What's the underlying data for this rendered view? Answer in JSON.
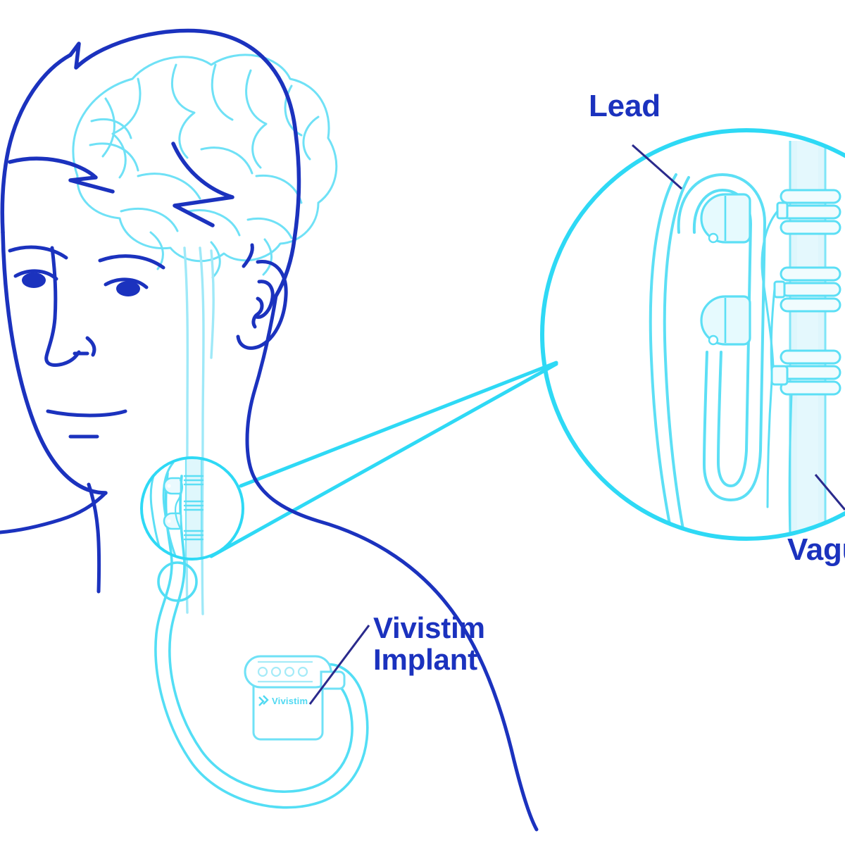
{
  "diagram": {
    "type": "medical-illustration",
    "subject": "Vagus nerve stimulation (VNS) implant placement",
    "background_color": "#ffffff",
    "colors": {
      "body_outline": "#1B32BE",
      "label_text": "#1B32BE",
      "nerve_cyan": "#2ED9F5",
      "nerve_cyan_light": "#8BE8F8",
      "nerve_fill": "#DFF7FC",
      "leader_line": "#2A2A8C"
    }
  },
  "labels": {
    "lead": "Lead",
    "vagus": "Vagus",
    "vagus_full": "Vagus Nerve",
    "implant_line1": "Vivistim",
    "implant_line2": "Implant",
    "device_logo": "Vivistim"
  },
  "figure": {
    "person": "male head and shoulders, side-three-quarter view",
    "brain": "cerebrum with gyri, light cyan",
    "ear": "right ear outline",
    "neck_callout_circle": "small magnifier circle over neck showing lead on vagus nerve",
    "detail_circle": "large magnified circle, right side, clipped at right image edge"
  },
  "detail_view": {
    "lead_body": "silicone lead cable with two teardrop anchor electrodes",
    "anchor_count": 2,
    "helical_coil_groups": 3,
    "nerve": "vagus nerve trunk, vertical pale cyan band"
  },
  "device": {
    "shape": "rounded rectangular pulse generator",
    "header_ports": 4,
    "connector": "lead port on right side"
  }
}
